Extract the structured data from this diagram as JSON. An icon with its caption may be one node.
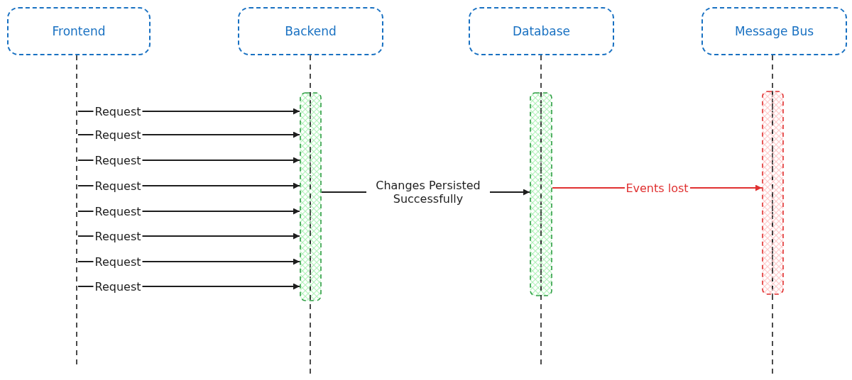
{
  "diagram": {
    "nodes": [
      {
        "text": [
          "Frontend"
        ]
      },
      {
        "text": [
          "Backend"
        ]
      },
      {
        "text": [
          "Database"
        ]
      },
      {
        "text": [
          "Message Bus"
        ]
      },
      {
        "text": [],
        "shape": "bar",
        "in": 1
      },
      {
        "text": [],
        "shape": "bar",
        "in": 2
      },
      {
        "text": [],
        "shape": "bar",
        "in": 3
      }
    ],
    "edges": [
      {
        "from": 0,
        "to": 4,
        "arrow": "to",
        "label": "Request"
      },
      {
        "from": 0,
        "to": 4,
        "arrow": "to",
        "label": "Request"
      },
      {
        "from": 0,
        "to": 4,
        "arrow": "to",
        "label": "Request"
      },
      {
        "from": 0,
        "to": 4,
        "arrow": "to",
        "label": "Request"
      },
      {
        "from": 0,
        "to": 4,
        "arrow": "to",
        "label": "Request"
      },
      {
        "from": 0,
        "to": 4,
        "arrow": "to",
        "label": "Request"
      },
      {
        "from": 0,
        "to": 4,
        "arrow": "to",
        "label": "Request"
      },
      {
        "from": 0,
        "to": 4,
        "arrow": "to",
        "label": "Request"
      },
      {
        "from": 4,
        "to": 5,
        "arrow": "to",
        "label": "Changes Persisted Successfully"
      },
      {
        "from": 5,
        "to": 6,
        "arrow": "to",
        "label": "Events lost",
        "color": "#e03131"
      }
    ]
  }
}
